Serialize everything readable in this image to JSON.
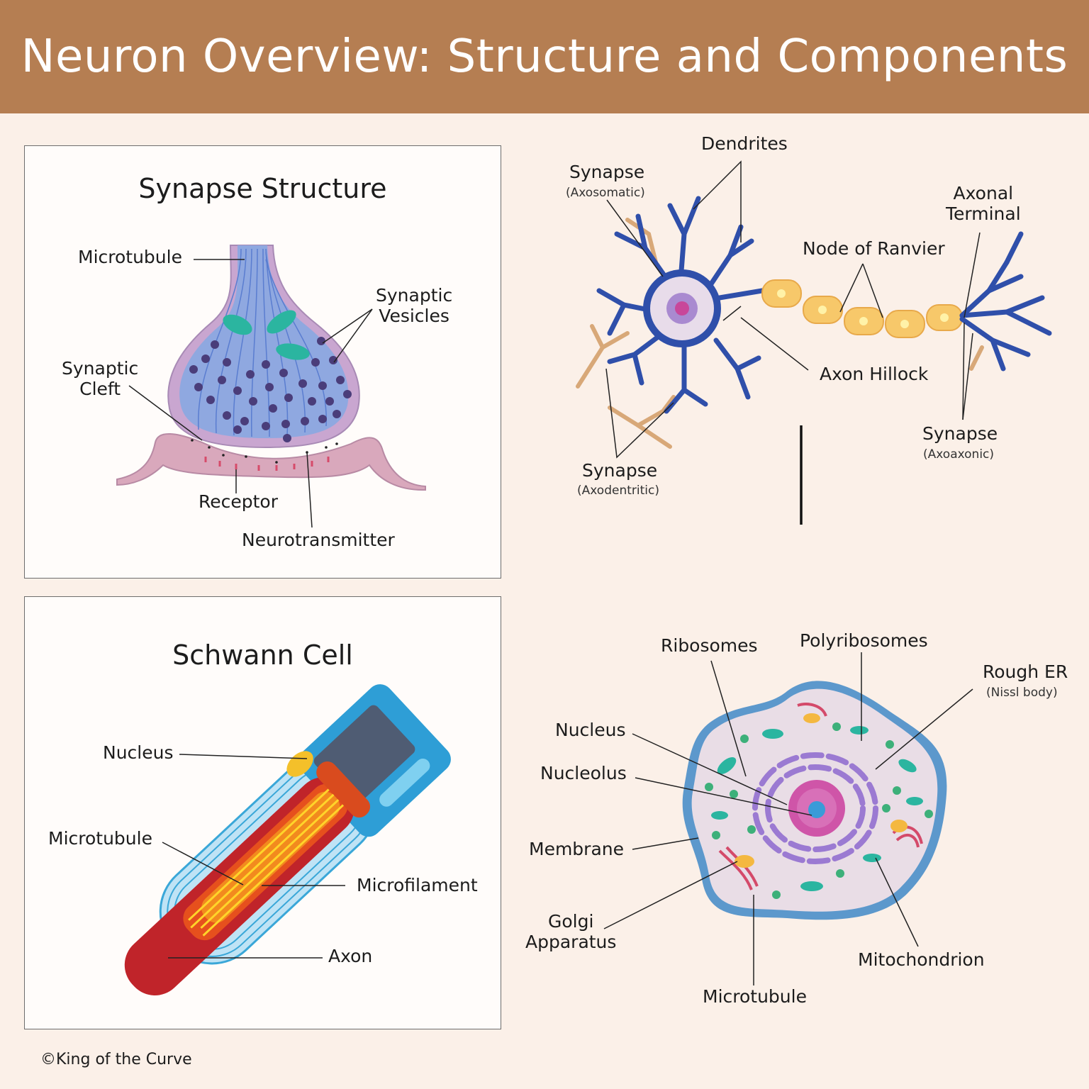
{
  "title": "Neuron Overview: Structure and Components",
  "synapse_panel": {
    "title": "Synapse Structure",
    "labels": {
      "microtubule": "Microtubule",
      "vesicles_1": "Synaptic",
      "vesicles_2": "Vesicles",
      "cleft_1": "Synaptic",
      "cleft_2": "Cleft",
      "receptor": "Receptor",
      "neurotransmitter": "Neurotransmitter"
    }
  },
  "schwann_panel": {
    "title": "Schwann Cell",
    "labels": {
      "nucleus": "Nucleus",
      "microtubule": "Microtubule",
      "microfilament": "Microfilament",
      "axon": "Axon"
    }
  },
  "neuron": {
    "labels": {
      "dendrites": "Dendrites",
      "synapse_axosomatic": "Synapse",
      "axosomatic": "(Axosomatic)",
      "axonal_terminal_1": "Axonal",
      "axonal_terminal_2": "Terminal",
      "node_of_ranvier": "Node of Ranvier",
      "axon_hillock": "Axon Hillock",
      "synapse_axoaxonic": "Synapse",
      "axoaxonic": "(Axoaxonic)",
      "synapse_axodendritic": "Synapse",
      "axodendritic": "(Axodentritic)"
    }
  },
  "cell_body": {
    "labels": {
      "ribosomes": "Ribosomes",
      "polyribosomes": "Polyribosomes",
      "rough_er": "Rough ER",
      "nissl_body": "(Nissl body)",
      "nucleus": "Nucleus",
      "nucleolus": "Nucleolus",
      "membrane": "Membrane",
      "golgi_1": "Golgi",
      "golgi_2": "Apparatus",
      "microtubule": "Microtubule",
      "mitochondrion": "Mitochondrion"
    }
  },
  "copyright": "©King of the Curve",
  "colors": {
    "header": "#b57e52",
    "background": "#fbf0e8",
    "dendrite_blue": "#2f4faa",
    "myelin": "#f7c86a",
    "axon_red": "#c0242a",
    "schwann_blue": "#3aa7d8"
  }
}
